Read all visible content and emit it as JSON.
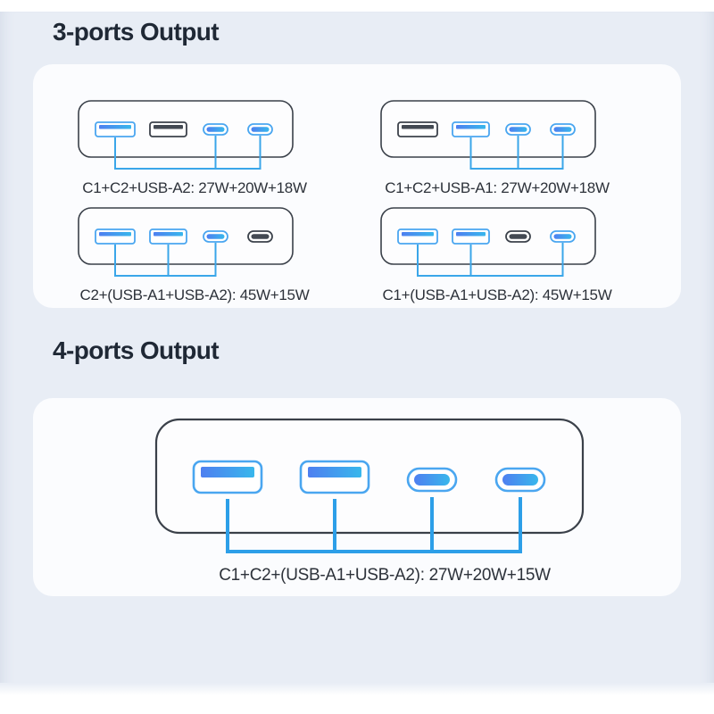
{
  "colors": {
    "panel_bg": "#e8edf5",
    "card_bg": "#fbfcfe",
    "heading_text": "#1f2835",
    "caption_text": "#2d323a",
    "charger_outline": "#3a4049",
    "charger_fill": "#fdfdfe",
    "port_active_border": "#4aa6f0",
    "port_bar_gradient_start": "#4e7ff0",
    "port_bar_gradient_end": "#38b7ec",
    "port_inactive_border": "#3c424b",
    "port_inactive_fill": "#434952",
    "connector_line": "#3aa6e9",
    "connector_line_large": "#2d9fe8"
  },
  "sections": [
    {
      "heading": "3-ports Output",
      "diagrams": [
        {
          "label": "C1+C2+USB-A2: 27W+20W+18W",
          "ports": [
            {
              "id": "USB-A2",
              "type": "usb-a",
              "active": true
            },
            {
              "id": "USB-A1",
              "type": "usb-a",
              "active": false
            },
            {
              "id": "C2",
              "type": "usb-c",
              "active": true
            },
            {
              "id": "C1",
              "type": "usb-c",
              "active": true
            }
          ]
        },
        {
          "label": "C1+C2+USB-A1: 27W+20W+18W",
          "ports": [
            {
              "id": "USB-A2",
              "type": "usb-a",
              "active": false
            },
            {
              "id": "USB-A1",
              "type": "usb-a",
              "active": true
            },
            {
              "id": "C2",
              "type": "usb-c",
              "active": true
            },
            {
              "id": "C1",
              "type": "usb-c",
              "active": true
            }
          ]
        },
        {
          "label": "C2+(USB-A1+USB-A2): 45W+15W",
          "ports": [
            {
              "id": "USB-A2",
              "type": "usb-a",
              "active": true
            },
            {
              "id": "USB-A1",
              "type": "usb-a",
              "active": true
            },
            {
              "id": "C2",
              "type": "usb-c",
              "active": true
            },
            {
              "id": "C1",
              "type": "usb-c",
              "active": false
            }
          ]
        },
        {
          "label": "C1+(USB-A1+USB-A2): 45W+15W",
          "ports": [
            {
              "id": "USB-A2",
              "type": "usb-a",
              "active": true
            },
            {
              "id": "USB-A1",
              "type": "usb-a",
              "active": true
            },
            {
              "id": "C2",
              "type": "usb-c",
              "active": false
            },
            {
              "id": "C1",
              "type": "usb-c",
              "active": true
            }
          ]
        }
      ]
    },
    {
      "heading": "4-ports Output",
      "diagrams": [
        {
          "label": "C1+C2+(USB-A1+USB-A2): 27W+20W+15W",
          "ports": [
            {
              "id": "USB-A2",
              "type": "usb-a",
              "active": true
            },
            {
              "id": "USB-A1",
              "type": "usb-a",
              "active": true
            },
            {
              "id": "C2",
              "type": "usb-c",
              "active": true
            },
            {
              "id": "C1",
              "type": "usb-c",
              "active": true
            }
          ]
        }
      ]
    }
  ]
}
